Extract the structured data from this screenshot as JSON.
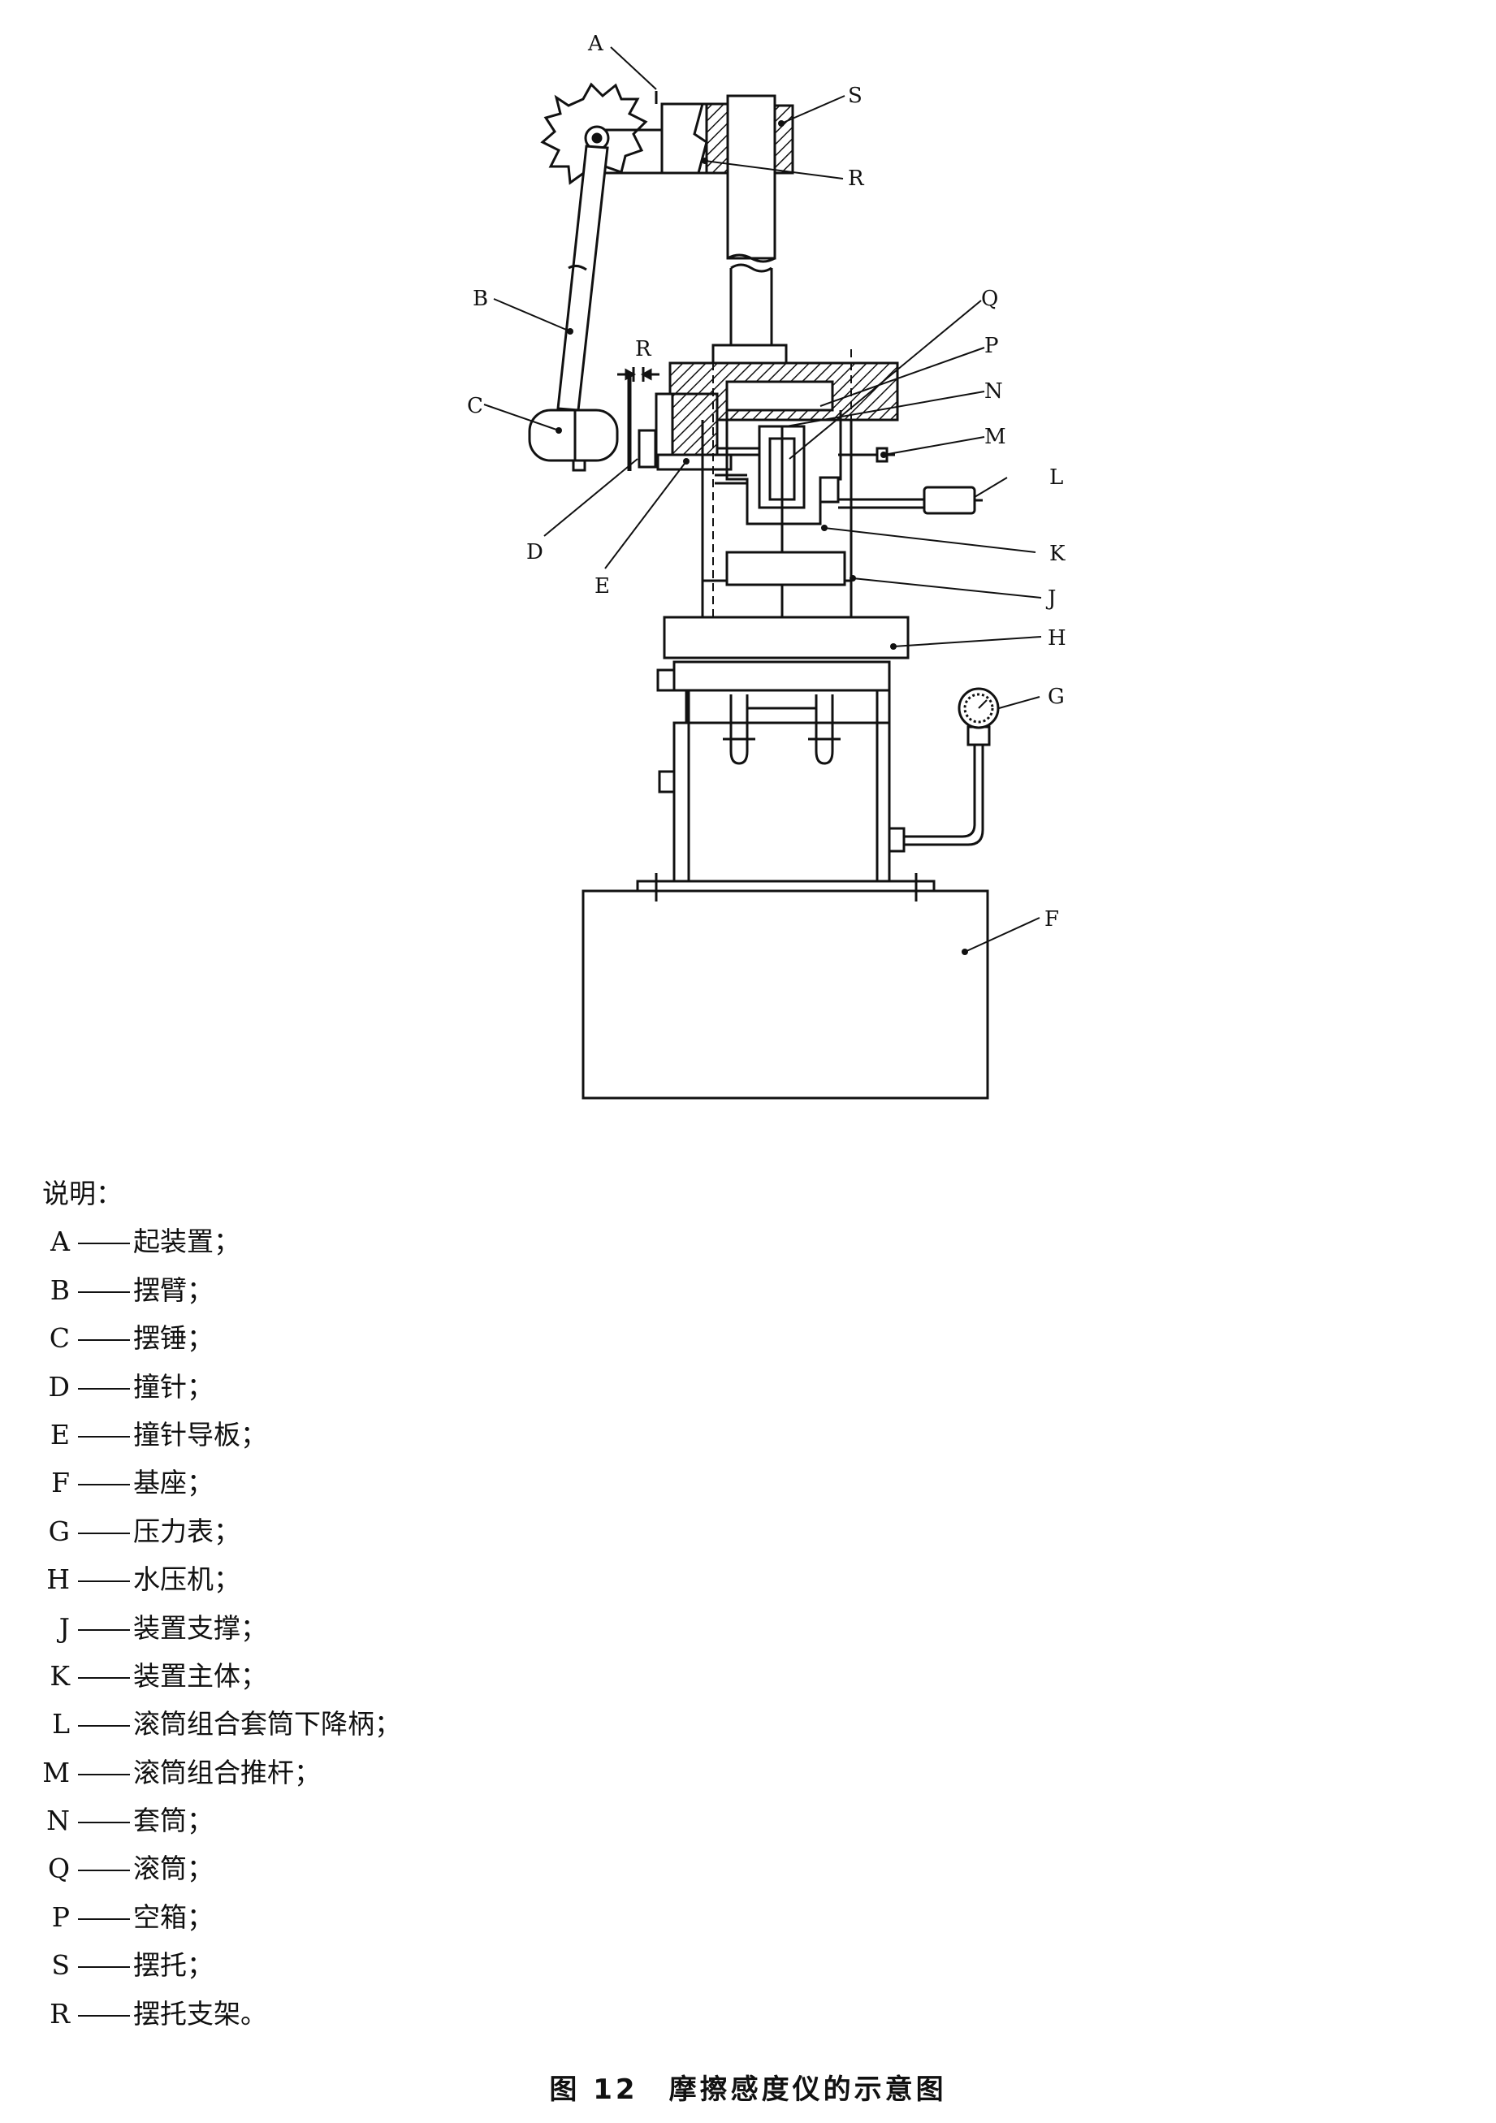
{
  "diagram": {
    "labels": [
      "A",
      "S",
      "R",
      "B",
      "Q",
      "R",
      "P",
      "N",
      "C",
      "M",
      "L",
      "D",
      "E",
      "K",
      "J",
      "H",
      "G",
      "F"
    ]
  },
  "legend": {
    "heading": "说明：",
    "items": [
      {
        "key": "A",
        "text": "起装置；"
      },
      {
        "key": "B",
        "text": "摆臂；"
      },
      {
        "key": "C",
        "text": "摆锤；"
      },
      {
        "key": "D",
        "text": "撞针；"
      },
      {
        "key": "E",
        "text": "撞针导板；"
      },
      {
        "key": "F",
        "text": "基座；"
      },
      {
        "key": "G",
        "text": "压力表；"
      },
      {
        "key": "H",
        "text": "水压机；"
      },
      {
        "key": "J",
        "text": "装置支撑；"
      },
      {
        "key": "K",
        "text": "装置主体；"
      },
      {
        "key": "L",
        "text": "滚筒组合套筒下降柄；"
      },
      {
        "key": "M",
        "text": "滚筒组合推杆；"
      },
      {
        "key": "N",
        "text": "套筒；"
      },
      {
        "key": "Q",
        "text": "滚筒；"
      },
      {
        "key": "P",
        "text": "空箱；"
      },
      {
        "key": "S",
        "text": "摆托；"
      },
      {
        "key": "R",
        "text": "摆托支架。"
      }
    ]
  },
  "caption": "图 12　摩擦感度仪的示意图"
}
